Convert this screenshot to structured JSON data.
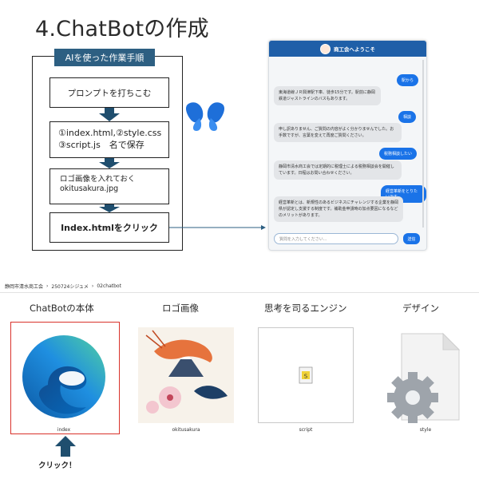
{
  "title": "4.ChatBotの作成",
  "flow": {
    "header": "AIを使った作業手順",
    "step1": "プロンプトを打ちこむ",
    "step2_line1": "①index.html,②style.css",
    "step2_line2": "③script.js　名で保存",
    "step3_line1": "ロゴ画像を入れておく",
    "step3_line2": "okitusakura.jpg",
    "step4": "Index.htmlをクリック"
  },
  "chat": {
    "header_title": "商工会へようこそ",
    "messages": [
      {
        "role": "user",
        "text": "駅から"
      },
      {
        "role": "bot",
        "text": "東海道線ＪＲ興津駅下車、徒歩15分です。駅前に静岡鉄道ジャストラインのバスもあります。"
      },
      {
        "role": "user",
        "text": "相談"
      },
      {
        "role": "bot",
        "text": "申し訳ありません、ご質問の内容がよく分かりませんでした。お手数ですが、言葉を変えて再度ご質問ください。"
      },
      {
        "role": "user",
        "text": "税務相談したい"
      },
      {
        "role": "bot",
        "text": "静岡市清水商工会では定期的に税理士による税務相談会を開催しています。日程はお問い合わせください。"
      },
      {
        "role": "user",
        "text": "経営革新をとりたいです。"
      },
      {
        "role": "bot",
        "text": "経営革新とは、新規性のあるビジネスにチャレンジする企業を静岡県が認定し支援する制度です。補助金申請時の加点要因になるなどのメリットがあります。"
      }
    ],
    "input_placeholder": "質問を入力してください...",
    "send_label": "送信"
  },
  "explorer": {
    "breadcrumb": [
      "静岡市清水商工会",
      "250724シジュメ",
      "02chatbot"
    ],
    "headings": [
      "ChatBotの本体",
      "ロゴ画像",
      "思考を司るエンジン",
      "デザイン"
    ],
    "files": [
      "index",
      "okitusakura",
      "script",
      "style"
    ]
  },
  "click_label": "クリック！",
  "colors": {
    "flow_header": "#2d5f82",
    "arrow": "#1f4e6e",
    "chat_header": "#1f5fa8",
    "user_bubble": "#1a73e8",
    "selection": "#d9322b"
  },
  "icons": [
    "copilot-logo-icon",
    "edge-browser-icon",
    "js-file-icon",
    "gear-file-icon",
    "avatar-icon"
  ]
}
